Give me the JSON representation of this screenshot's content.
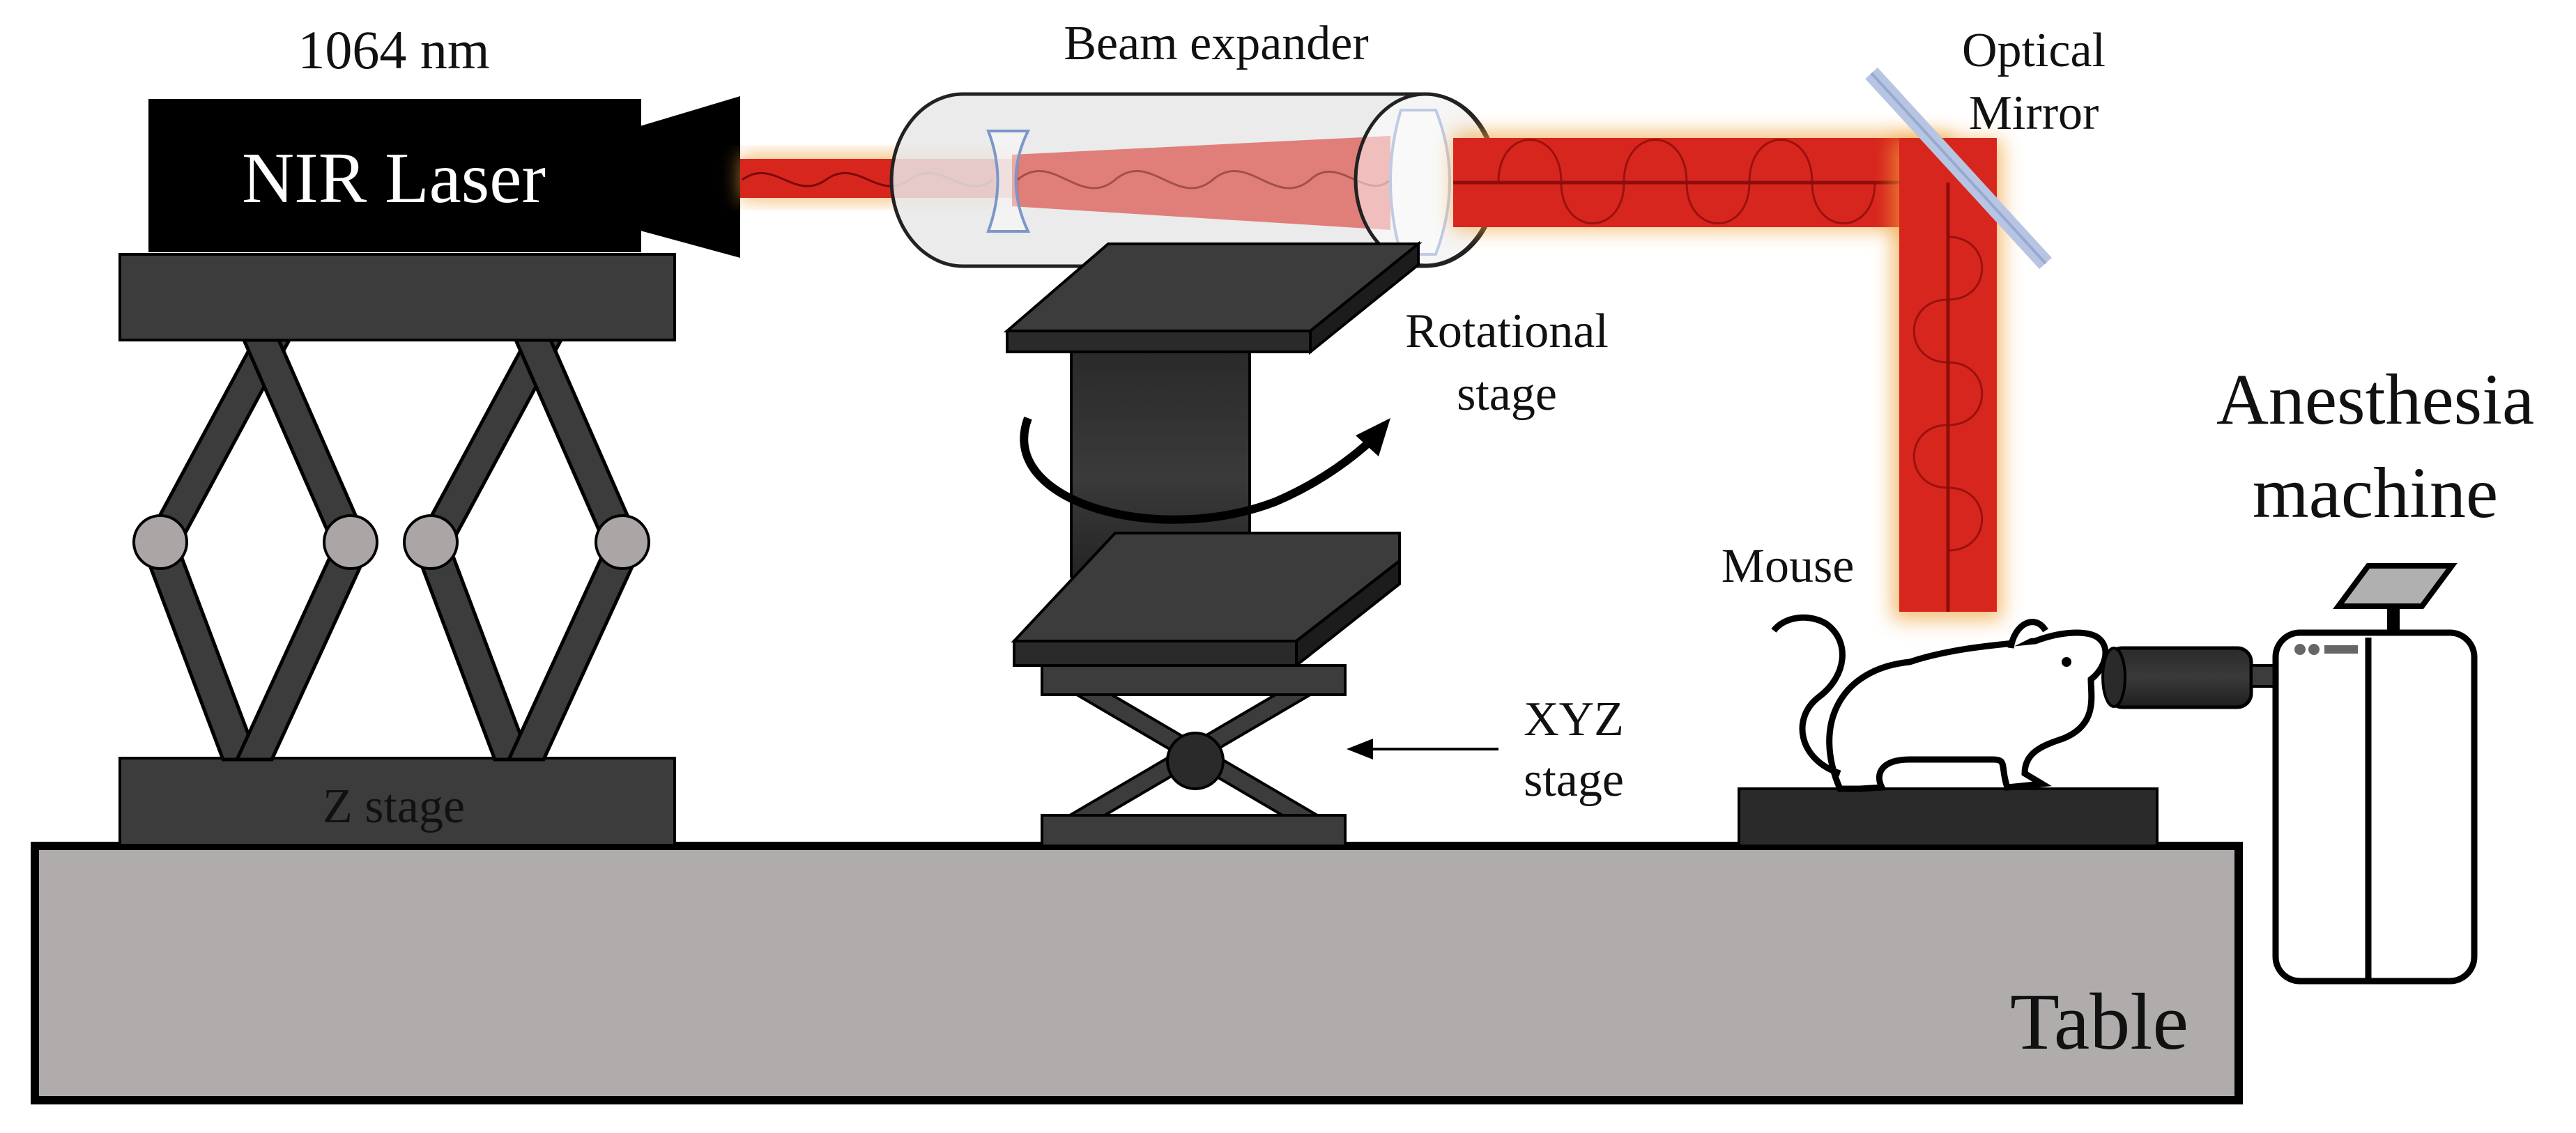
{
  "labels": {
    "wavelength": "1064 nm",
    "laser": "NIR Laser",
    "beam_expander": "Beam expander",
    "mirror_line1": "Optical",
    "mirror_line2": "Mirror",
    "rotational_line1": "Rotational",
    "rotational_line2": "stage",
    "xyz_line1": "XYZ",
    "xyz_line2": "stage",
    "z_stage": "Z stage",
    "mouse": "Mouse",
    "anesthesia_line1": "Anesthesia",
    "anesthesia_line2": "machine",
    "table": "Table"
  },
  "colors": {
    "beam": "#d7261e",
    "beam_glow": "#f2a23a",
    "stage_dark": "#3c3c3c",
    "table_fill": "#b0acab",
    "laser_body": "#000000"
  }
}
